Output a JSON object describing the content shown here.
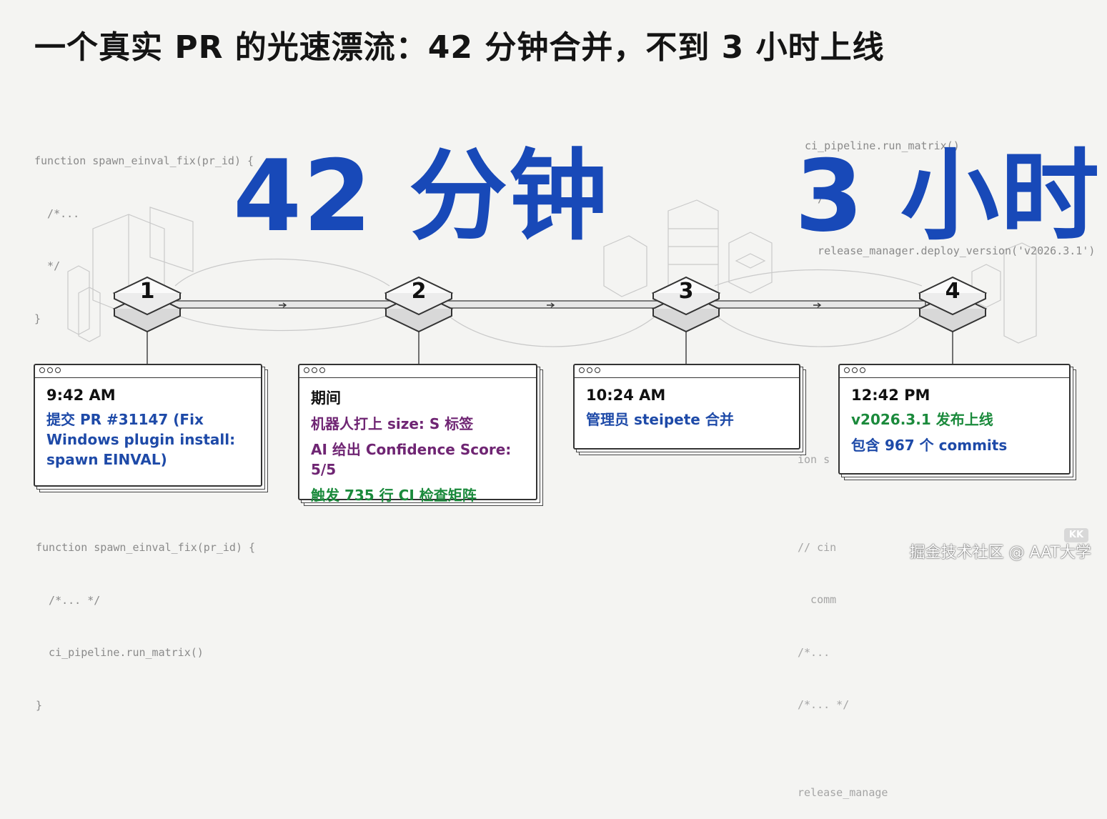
{
  "title": "一个真实 PR 的光速漂流：42 分钟合并，不到 3 小时上线",
  "big_left": "42 分钟",
  "big_right": "3 小时",
  "code_top_left": [
    "function spawn_einval_fix(pr_id) {",
    "  /*...",
    "  */",
    "}"
  ],
  "code_top_right": [
    "ci_pipeline.run_matrix()",
    "  /*...",
    "  release_manager.deploy_version('v2026.3.1')"
  ],
  "code_bottom_left": [
    "function spawn_einval_fix(pr_id) {",
    "  /*... */",
    "  ci_pipeline.run_matrix()",
    "}"
  ],
  "code_bottom_right": [
    "ion s",
    "",
    "// cin",
    "  comm",
    "/*...",
    "/*... */",
    "",
    "release_manage"
  ],
  "nodes": [
    "1",
    "2",
    "3",
    "4"
  ],
  "cards": [
    {
      "time": "9:42 AM",
      "lines": [
        {
          "text": "提交 PR #31147 (Fix Windows plugin install: spawn EINVAL)",
          "color": "#1e4aa8"
        }
      ]
    },
    {
      "time": "期间",
      "lines": [
        {
          "text": "机器人打上 size: S 标签",
          "color": "#6f2573"
        },
        {
          "text": "AI 给出 Confidence Score: 5/5",
          "color": "#6f2573"
        },
        {
          "text": "触发 735 行 CI 检查矩阵",
          "color": "#1b8a3c"
        }
      ]
    },
    {
      "time": "10:24 AM",
      "lines": [
        {
          "text": "管理员 steipete 合并",
          "color": "#1e4aa8"
        }
      ]
    },
    {
      "time": "12:42 PM",
      "lines": [
        {
          "text": "v2026.3.1 发布上线",
          "color": "#1b8a3c"
        },
        {
          "text": "包含 967 个 commits",
          "color": "#1e4aa8"
        }
      ]
    }
  ],
  "watermark": "掘金技术社区 @ AAT大学"
}
